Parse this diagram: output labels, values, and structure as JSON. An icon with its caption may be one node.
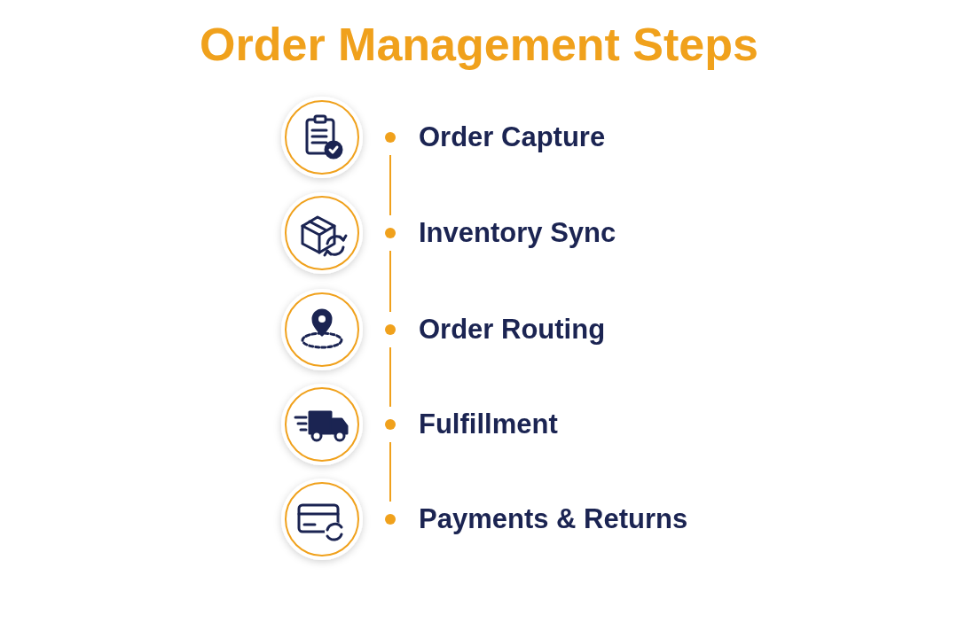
{
  "diagram": {
    "title": "Order Management Steps",
    "nodes": [
      {
        "text": [
          "Order Capture"
        ]
      },
      {
        "text": [
          "Inventory Sync"
        ]
      },
      {
        "text": [
          "Order Routing"
        ]
      },
      {
        "text": [
          "Fulfillment"
        ]
      },
      {
        "text": [
          "Payments & Returns"
        ]
      }
    ],
    "edges": [
      {
        "from": 0,
        "to": 1,
        "arrow": "none"
      },
      {
        "from": 1,
        "to": 2,
        "arrow": "none"
      },
      {
        "from": 2,
        "to": 3,
        "arrow": "none"
      },
      {
        "from": 3,
        "to": 4,
        "arrow": "none"
      }
    ]
  }
}
